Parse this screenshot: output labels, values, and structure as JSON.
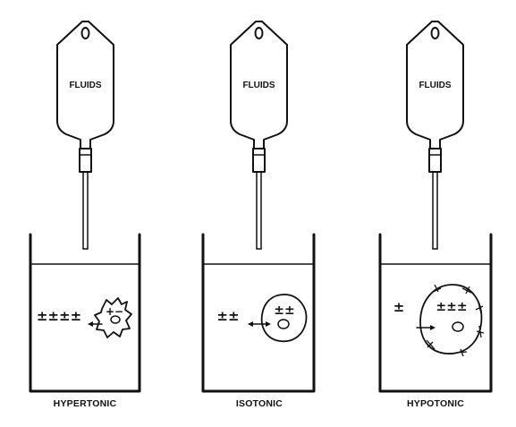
{
  "panels": [
    {
      "bag_label": "FLUIDS",
      "label": "HYPERTONIC",
      "outside_charges": "±±±±",
      "inside_charges": "+−"
    },
    {
      "bag_label": "FLUIDS",
      "label": "ISOTONIC",
      "outside_charges": "±±",
      "inside_charges": "±±"
    },
    {
      "bag_label": "FLUIDS",
      "label": "HYPOTONIC",
      "outside_charges": "±",
      "inside_charges": "±±±"
    }
  ]
}
